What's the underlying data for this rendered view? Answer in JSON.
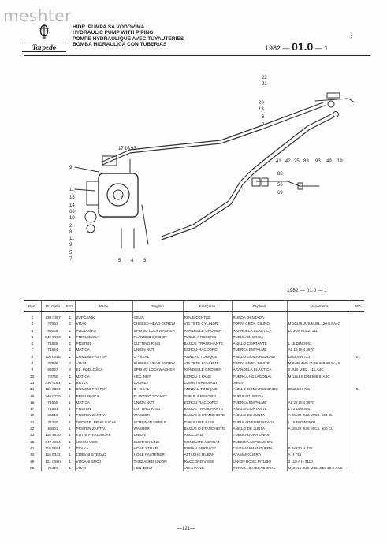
{
  "watermark": "meshter",
  "brand": {
    "name": "Torpedo"
  },
  "header": {
    "titles": [
      "HIDR. PUMPA SA VODOVIMA",
      "HYDRAULIC PUMP WITH PIPING",
      "POMPE HYDRAULIQUE AVEC TUYAUTERIES",
      "BOMBA HIDRAULICA CON TUBERIAS"
    ],
    "year": "1982",
    "section": "01.0",
    "sheet": "1",
    "corner_mark": "›"
  },
  "drawing_callouts": [
    "22",
    "21",
    "23",
    "13",
    "6",
    "7",
    "41",
    "42",
    "25",
    "89",
    "93",
    "49",
    "19",
    "17",
    "16",
    "93",
    "9",
    "11",
    "15",
    "88",
    "56",
    "69",
    "14",
    "68",
    "10",
    "2",
    "8",
    "11",
    "9",
    "5",
    "7",
    "5",
    "4",
    "3"
  ],
  "sub_reference": {
    "year": "1982",
    "section": "01.0",
    "sheet": "1"
  },
  "table": {
    "headers": [
      "Pos.",
      "Br. dijela",
      "Kom",
      "Naziv",
      "English",
      "Française",
      "Espanol",
      "Napomena",
      "BO"
    ],
    "rows": [
      [
        "2",
        "238 3397",
        "1",
        "ZUPČANIK",
        "GEAR",
        "ROUE DENTEE",
        "RUEDA DENTADA",
        "",
        ""
      ],
      [
        "3",
        "77053",
        "2",
        "VIJAK",
        "CHEESE-HEAD SCREW",
        "VIS TETE CYLINDR.",
        "TORN. CBZA. CILIND.",
        "M 10x45 JUS M.B1.120 8.8A4C",
        ""
      ],
      [
        "4",
        "64065",
        "2",
        "PODLOŠKA",
        "SPRING LOCKWASHER",
        "RONDELLE GROWER",
        "ARANDELA ELASTICA",
        "10 JUS M.B2. 111",
        ""
      ],
      [
        "5",
        "349 0003",
        "1",
        "PRIRUBNICA",
        "FLANGED SOCKET",
        "TUBUL A REBORD",
        "TUBULAD. BRIDA",
        "",
        ""
      ],
      [
        "6",
        "71625",
        "2",
        "PRSTEN",
        "CUTTING RING",
        "BAGUE TRANCHANTE",
        "ANILLO CORTANTE",
        "L 15 DIN 3861",
        ""
      ],
      [
        "7",
        "71654",
        "2",
        "MATICA",
        "UNION NUT",
        "ECROU-RACCORD",
        "TUERCA EMPALME",
        "AL 15 DIN 3870",
        ""
      ],
      [
        "8",
        "116 0015",
        "1",
        "GUMENI PRSTEN",
        "O - SEAL",
        "ANNEAU TORIQUE",
        "ANILLO GOMA REDOND",
        "18x2,5 H 721",
        "01"
      ],
      [
        "8",
        "77032",
        "8",
        "VIJAK",
        "CHEESE-HEAD SCREW",
        "VIS TETE CYLINDR.",
        "TORN. CBZA. CILIND.",
        "M 6x32 JUS M.B1.120 10.9A4C",
        ""
      ],
      [
        "9",
        "64057",
        "8",
        "EL. PODLOŠKA",
        "SPRING LOCKWASHER",
        "RONDELLE GROWER",
        "ARANDELA ELASTICA",
        "6 JUS M.B2. 111.A4C",
        ""
      ],
      [
        "10",
        "70730",
        "1",
        "MATICA",
        "HEX. NUT",
        "ECROU 6 PANS",
        "TUERCA HEXAGONAL",
        "M 12x1,5 DIN 985 8. A4C",
        ""
      ],
      [
        "13",
        "336 4051",
        "1",
        "BRTVA",
        "GASKET",
        "GARNITURE/JOINT",
        "JUNTA",
        "",
        ""
      ],
      [
        "14",
        "116 0033",
        "1",
        "GUMENI PRSTEN",
        "O - SEAL",
        "ANNEAU TORIQUE",
        "ANILLO GOMA REDONDO",
        "25x2,5 H 721",
        "01"
      ],
      [
        "15",
        "340 0730",
        "1",
        "PRIRUBNICA",
        "FLANGED SOCKET",
        "TUBUL A REBORD",
        "TUBULAD. BRIDA",
        "",
        ""
      ],
      [
        "16",
        "71660",
        "1",
        "MATICA",
        "UNION NUT",
        "ECROU-RACCORD",
        "TUERCA EMPALME",
        "AL 22 DIN 3870",
        ""
      ],
      [
        "17",
        "71631",
        "1",
        "PRSTEN",
        "CUTTING RING",
        "BAGUE TRANCHANTE",
        "ANILLO CORTANTE",
        "L 22 DIN 3861",
        ""
      ],
      [
        "19",
        "86013",
        "1",
        "PRSTEN ZAPTIV.",
        "WASHER",
        "BAGUE D ETANCHEITE",
        "ANILLO DE JUNTA",
        "A 26x32 JUS M.C4. 500 Cu",
        ""
      ],
      [
        "21",
        "71760",
        "1",
        "DVOSTR. PRIKLJUČAK",
        "SCREW-IN NIPPLE",
        "TUBULURE A VIS",
        "TUBULAD-ENROSCADA",
        "L 15 M DIN 3901",
        ""
      ],
      [
        "22",
        "86061",
        "1",
        "PRSTEN ZAPTIV.",
        "WASHER",
        "BAGUE D ETANCHEITE",
        "ANILLO DE JUNTA",
        "A 18x22 JUS M.C4. 500 Cu",
        ""
      ],
      [
        "23",
        "116 4630",
        "1",
        "KUTNI PRIKLJUČAK",
        "UNION",
        "RACCORD",
        "TUBULADURA UNION",
        "",
        ""
      ],
      [
        "25",
        "347 4284",
        "1",
        "USISNI VOD",
        "SUCTION LINE",
        "CONDUITE ASPIRAT",
        "TUBERIA ASPIRACION",
        "",
        ""
      ],
      [
        "41",
        "116 5554",
        "1",
        "TRAKA",
        "HOSE STRAP",
        "RUBAN SERRAGE",
        "CINTA ATAMANGUERA",
        "B 9x230 H 735",
        ""
      ],
      [
        "42",
        "116 5342",
        "1",
        "CIJEVNI STEZAČ",
        "HOSE FASTENER",
        "ATTACHE RUBAN",
        "ATAMANGUERA",
        "A H 735",
        ""
      ],
      [
        "49",
        "121 0590",
        "1",
        "VIJČANI SPOJ",
        "THREADED UNION",
        "RACCORD VISSE",
        "UNION ROSC.P/TUBO",
        "3 110 A H 3110",
        ""
      ],
      [
        "55",
        "76426",
        "1",
        "VIJAK",
        "HEX. BOLT",
        "VIS 6 PANS",
        "TORNILLO HEXAGONAL",
        "M10x15 JUS M.B1.050 10.9 A4C",
        ""
      ]
    ]
  },
  "footer": {
    "page": "—121—"
  }
}
